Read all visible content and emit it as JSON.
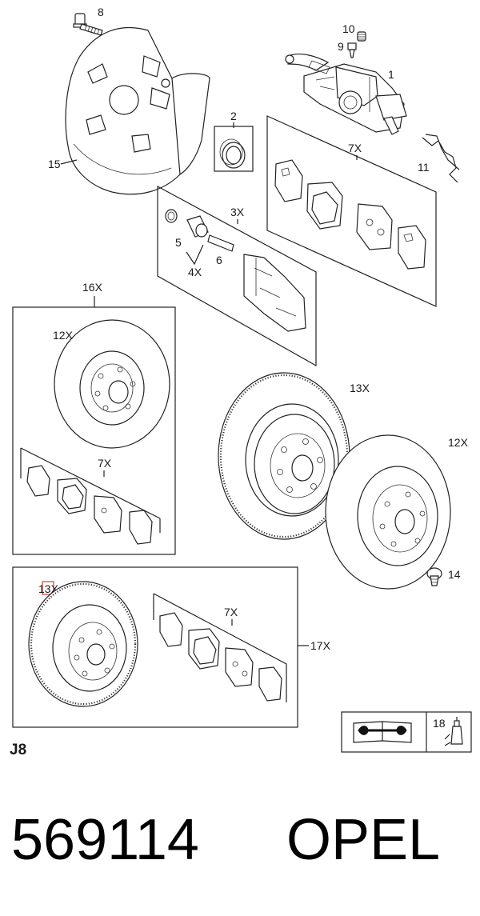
{
  "callouts": {
    "c1": "1",
    "c2": "2",
    "c3x": "3X",
    "c4x": "4X",
    "c5": "5",
    "c6": "6",
    "c7x_top": "7X",
    "c7x_mid": "7X",
    "c7x_bot": "7X",
    "c8": "8",
    "c9": "9",
    "c10": "10",
    "c11": "11",
    "c12x_box": "12X",
    "c12x_right": "12X",
    "c13x_right": "13X",
    "c13x_box": "13X",
    "c14": "14",
    "c15": "15",
    "c16x": "16X",
    "c17x": "17X",
    "c18": "18"
  },
  "sheet_id": "J8",
  "part_number": "569114",
  "brand": "OPEL",
  "colors": {
    "highlight": "#e0392e",
    "line": "#222222"
  },
  "icons": {
    "manual": "wrench-book-icon",
    "lubricant": "grease-tube-icon"
  }
}
